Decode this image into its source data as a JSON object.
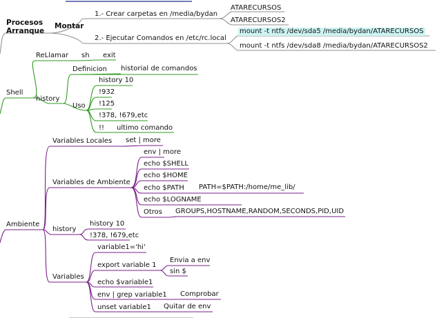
{
  "colors": {
    "gray": "#8c8c8c",
    "navy": "#1f2a8a",
    "green": "#2e9a1f",
    "purple": "#7a1f8a",
    "highlight": "#cdf4f4"
  },
  "procesos": {
    "title_line1": "Procesos",
    "title_line2": "Arranque",
    "montar": "Montar",
    "step1": "1.- Crear carpetas en /media/bydan",
    "step1_items": [
      "ATARECURSOS",
      "ATARECURSOS2"
    ],
    "step2": "2.- Ejecutar Comandos en /etc/rc.local",
    "step2_items": [
      "mount -t ntfs /dev/sda5  /media/bydan/ATARECURSOS",
      "mount -t ntfs /dev/sda8  /media/bydan/ATARECURSOS2"
    ]
  },
  "shell": {
    "label": "Shell",
    "rellamar": "ReLlamar",
    "sh": "sh",
    "exit": "exit",
    "history": "history",
    "definicion": "Definicion",
    "definicion_value": "historial de comandos",
    "uso": "Uso",
    "uso_items": [
      "history 10",
      "!932",
      "!125",
      "!378, !679,etc",
      "!!"
    ],
    "ultimo": "ultimo comando"
  },
  "ambiente": {
    "label": "Ambiente",
    "locales": "Variables Locales",
    "locales_value": "set | more",
    "de_ambiente": "Variables de Ambiente",
    "amb_items": [
      "env | more",
      "echo $SHELL",
      "echo $HOME",
      "echo $PATH",
      "echo $LOGNAME",
      "Otros"
    ],
    "path_value": "PATH=$PATH:/home/me_lib/",
    "otros_value": "GROUPS,HOSTNAME,RANDOM,SECONDS,PID,UID",
    "history": "history",
    "history_items": [
      "history 10",
      "!378, !679,etc"
    ],
    "variables": "Variables",
    "var_items": [
      "variable1='hi'",
      "export variable 1",
      "echo $variable1",
      "env | grep variable1",
      "unset variable1"
    ],
    "export_items": [
      "Envia a env",
      "sin $"
    ],
    "comprobar": "Comprobar",
    "quitar": "Quitar de env"
  }
}
